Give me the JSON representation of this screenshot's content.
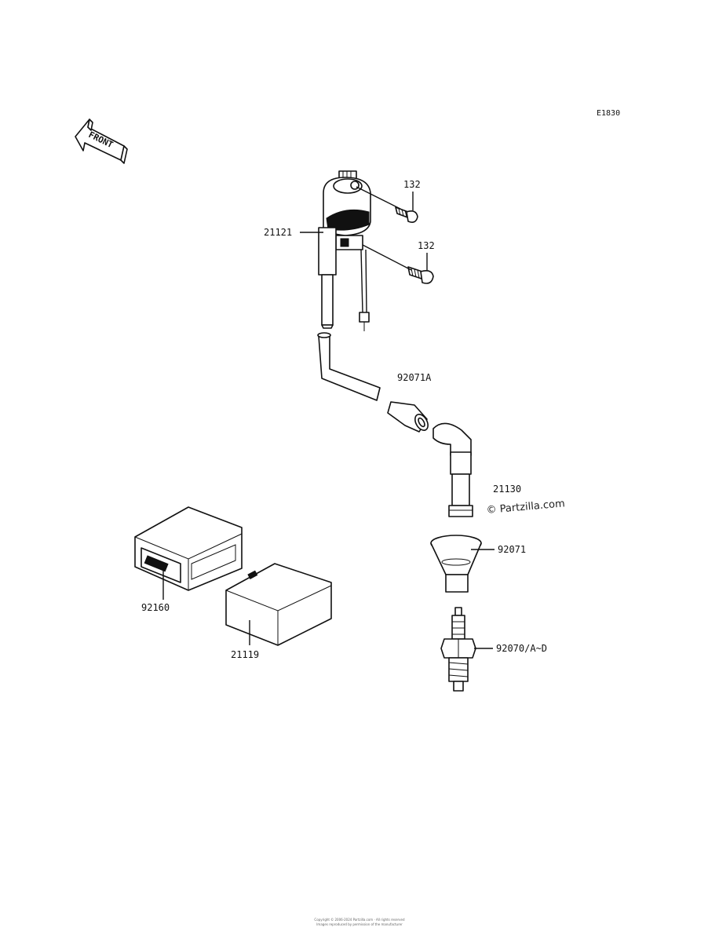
{
  "diagram": {
    "code": "E1830",
    "front_label": "FRONT",
    "watermark": "© Partzilla.com",
    "parts": [
      {
        "id": "coil",
        "label": "21121"
      },
      {
        "id": "bolt_top",
        "label": "132"
      },
      {
        "id": "bolt_bottom",
        "label": "132"
      },
      {
        "id": "cap_a",
        "label": "92071A"
      },
      {
        "id": "plug_cap",
        "label": "21130"
      },
      {
        "id": "boot",
        "label": "92071"
      },
      {
        "id": "spark_plug",
        "label": "92070/A~D"
      },
      {
        "id": "case",
        "label": "92160"
      },
      {
        "id": "igniter",
        "label": "21119"
      }
    ],
    "footer_line1": "Copyright © 2006-2024 Partzilla.com · All rights reserved",
    "footer_line2": "Images reproduced by permission of the manufacturer"
  },
  "colors": {
    "ink": "#111111",
    "background": "#ffffff"
  }
}
